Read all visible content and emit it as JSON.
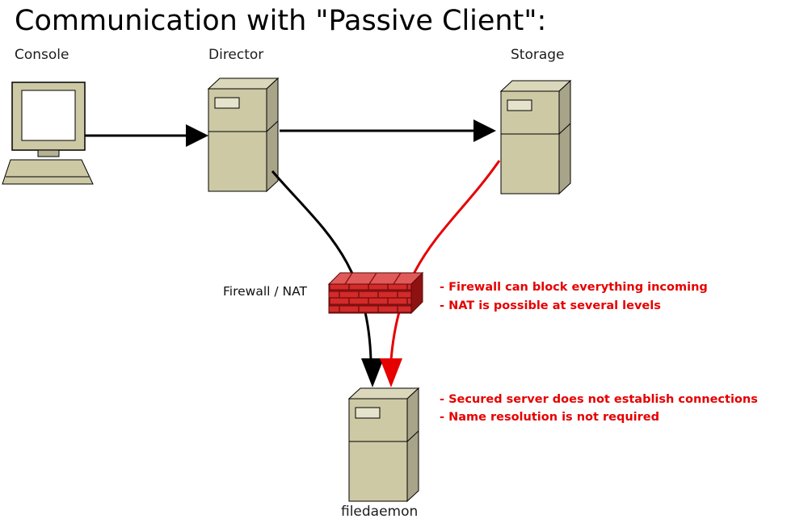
{
  "title": "Communication with \"Passive Client\":",
  "nodes": {
    "console": {
      "label": "Console"
    },
    "director": {
      "label": "Director"
    },
    "storage": {
      "label": "Storage"
    },
    "firewall": {
      "label": "Firewall / NAT"
    },
    "filedaemon": {
      "label": "filedaemon"
    }
  },
  "annotations": {
    "firewall_notes": [
      "- Firewall can block everything incoming",
      "- NAT is possible at several levels"
    ],
    "filedaemon_notes": [
      "- Secured server does not establish connections",
      "- Name resolution is not required"
    ]
  },
  "edges": [
    {
      "from": "console",
      "to": "director",
      "style": "straight",
      "color": "black"
    },
    {
      "from": "director",
      "to": "storage",
      "style": "straight",
      "color": "black"
    },
    {
      "from": "director",
      "to": "filedaemon",
      "style": "curved",
      "color": "black"
    },
    {
      "from": "storage",
      "to": "filedaemon",
      "style": "curved",
      "color": "red"
    }
  ],
  "colors": {
    "annotation_red": "#e60000",
    "arrow_black": "#000000",
    "server_body": "#cdc9a5",
    "server_top": "#dbd7bb",
    "server_side": "#a8a489",
    "firewall_brick": "#d42a2a",
    "firewall_mortar": "#801010"
  }
}
